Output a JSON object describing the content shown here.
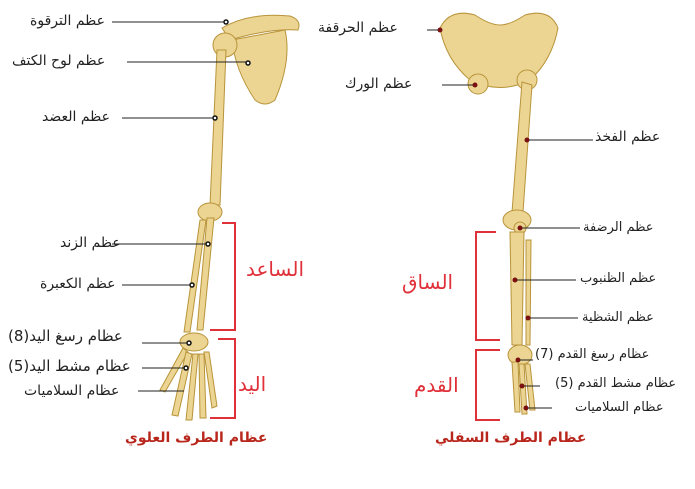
{
  "upper_limb": {
    "title": "عظام الطرف العلوي",
    "labels": {
      "clavicle": "عظم الترقوة",
      "scapula": "عظم لوح الكتف",
      "humerus": "عظم العضد",
      "ulna": "عظم الزند",
      "radius": "عظم الكعبرة",
      "carpals": "عظام رسغ اليد(8)",
      "metacarpals": "عظام مشط اليد(5)",
      "phalanges": "عظام السلاميات"
    },
    "regions": {
      "forearm": "الساعد",
      "hand": "اليد"
    }
  },
  "lower_limb": {
    "title": "عظام الطرف السفلي",
    "labels": {
      "ilium": "عظم الحرقفة",
      "hip": "عظم الورك",
      "femur": "عظم الفخذ",
      "patella": "عظم الرضفة",
      "tibia": "عظم الظنبوب",
      "fibula": "عظم الشظية",
      "tarsals": "عظام رسغ القدم (7)",
      "metatarsals": "عظام مشط القدم (5)",
      "phalanges": "عظام السلاميات"
    },
    "regions": {
      "leg": "الساق",
      "foot": "القدم"
    }
  },
  "colors": {
    "bone": "#ecd592",
    "bone_outline": "#b8943a",
    "region": "#e0313a",
    "title": "#b8261c"
  }
}
